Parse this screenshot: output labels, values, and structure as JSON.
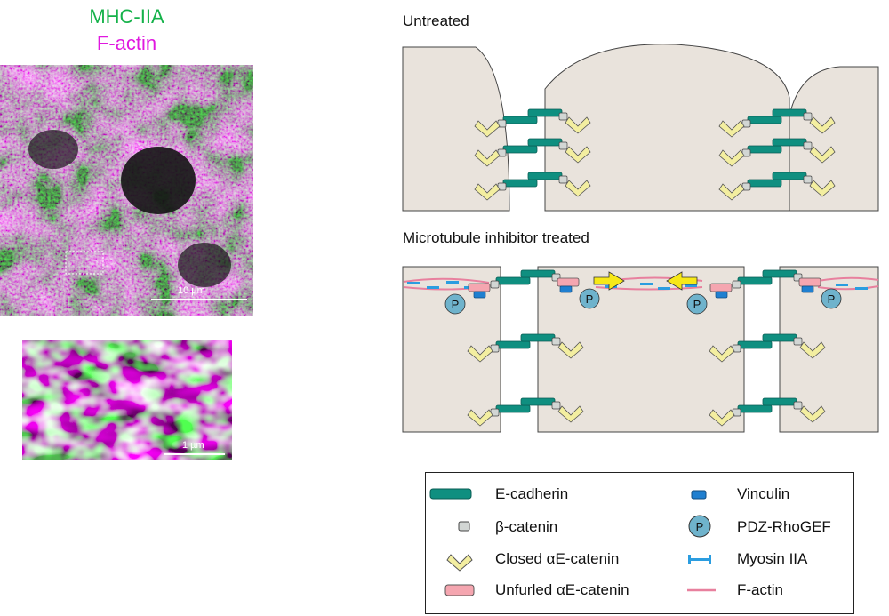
{
  "micrograph": {
    "label_green": "MHC-IIA",
    "label_magenta": "F-actin",
    "scale_main": "10 µm",
    "scale_zoom": "1 µm",
    "colors": {
      "green": "#19e05a",
      "magenta": "#e01ee0"
    }
  },
  "panels": {
    "untreated_title": "Untreated",
    "treated_title": "Microtubule inhibitor treated"
  },
  "legend": {
    "items": [
      {
        "key": "ecadherin",
        "label": "E-cadherin",
        "color": "#0f8f80"
      },
      {
        "key": "vinculin",
        "label": "Vinculin",
        "color": "#1f7fd0"
      },
      {
        "key": "bcatenin",
        "label": "β-catenin",
        "color": "#d2d6d4"
      },
      {
        "key": "pdzrhogef",
        "label": "PDZ-RhoGEF",
        "color": "#6fb3cc",
        "symbol": "P"
      },
      {
        "key": "closed_ae",
        "label": "Closed αE-catenin",
        "color": "#f3eea0"
      },
      {
        "key": "myosin",
        "label": "Myosin IIA",
        "color": "#2b9de0"
      },
      {
        "key": "unfurled_ae",
        "label": "Unfurled αE-catenin",
        "color": "#f5a6b0"
      },
      {
        "key": "factin",
        "label": "F-actin",
        "color": "#e8809e"
      }
    ]
  },
  "colors": {
    "cell_fill": "#e9e3dc",
    "cell_stroke": "#444444",
    "arrow": "#f7e817"
  }
}
